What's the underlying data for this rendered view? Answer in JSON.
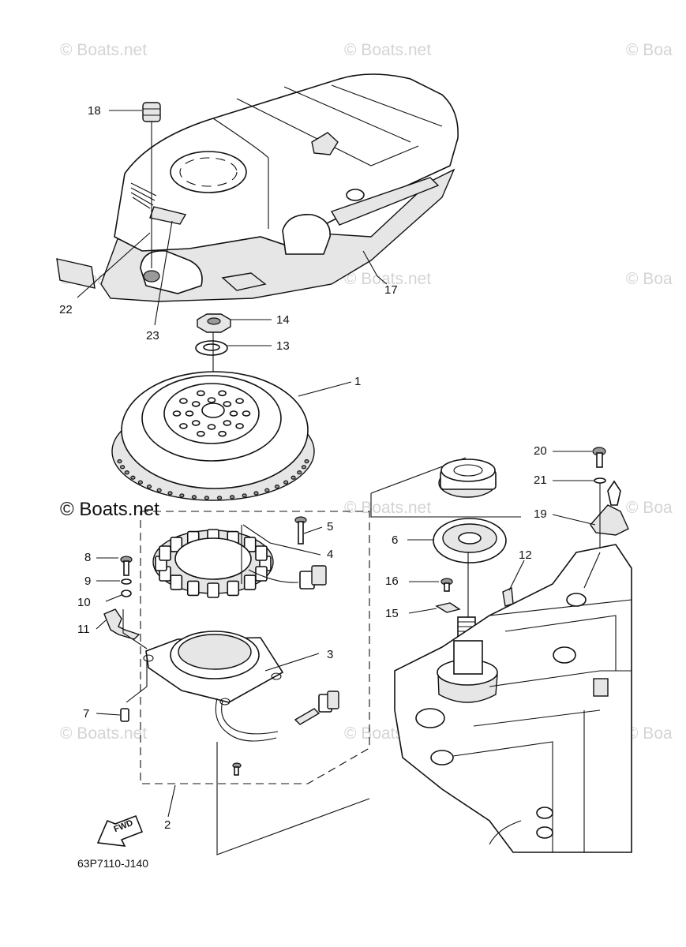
{
  "watermarks": {
    "light": "© Boats.net",
    "light_cut": "© Boa",
    "strong": "© Boats.net"
  },
  "callouts": [
    "1",
    "2",
    "3",
    "4",
    "5",
    "6",
    "7",
    "8",
    "9",
    "10",
    "11",
    "12",
    "13",
    "14",
    "15",
    "16",
    "17",
    "18",
    "19",
    "20",
    "21",
    "22",
    "23"
  ],
  "fwd_label": "FWD",
  "drawing_code": "63P7110-J140"
}
